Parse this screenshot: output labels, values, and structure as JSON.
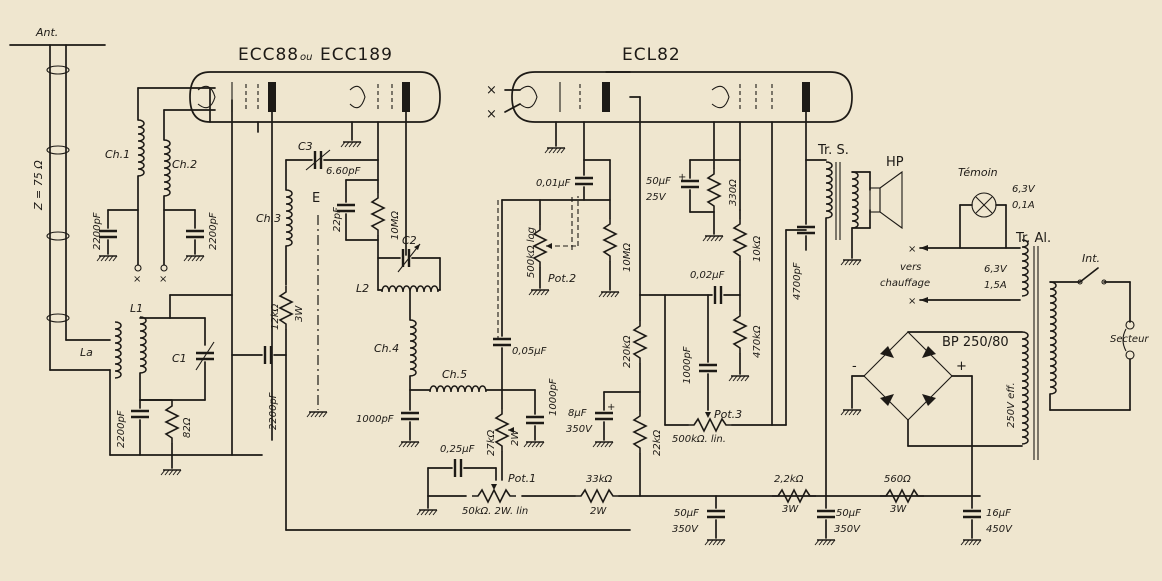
{
  "tubes": {
    "tube1": "ECC88",
    "tube1_or": "ou",
    "tube1_alt": "ECC189",
    "tube2": "ECL82"
  },
  "antenna": {
    "label": "Ant.",
    "impedance": "Z = 75 Ω"
  },
  "components": {
    "ch1": "Ch.1",
    "ch2": "Ch.2",
    "c_2200_ch1": "2200pF",
    "c_2200_ch2": "2200pF",
    "ch3": "Ch.3",
    "c3": "C3",
    "c3_value": "6.60pF",
    "e_label": "E",
    "c_22pf": "22pF",
    "r_10m_1": "10MΩ",
    "c2": "C2",
    "l2": "L2",
    "ch4": "Ch.4",
    "ch5": "Ch.5",
    "c_1000_left": "1000pF",
    "c_1000_mid": "1000pF",
    "l1": "L1",
    "la": "La",
    "c1": "C1",
    "c_2200_la": "2200pF",
    "r_82": "82Ω",
    "r_12k": "12kΩ",
    "r_12k_w": "3W",
    "c_2200_bypass": "2200pF",
    "c_001": "0,01μF",
    "pot2_value": "500kΩ log",
    "pot2": "Pot.2",
    "r_10m_2": "10MΩ",
    "c_005": "0,05μF",
    "r_27k": "27kΩ",
    "r_27k_w": "2W",
    "c_025": "0,25μF",
    "pot1": "Pot.1",
    "pot1_value": "50kΩ. 2W. lin",
    "r_33k": "33kΩ",
    "r_33k_w": "2W",
    "c_50uf_25v_value": "50μF",
    "c_50uf_25v_volt": "25V",
    "r_330": "330Ω",
    "r_10k": "10kΩ",
    "c_002": "0,02μF",
    "r_470k": "470kΩ",
    "r_220k": "220kΩ",
    "c_1000_pot3": "1000pF",
    "pot3": "Pot.3",
    "pot3_value": "500kΩ. lin.",
    "c_8uf": "8μF",
    "c_8uf_v": "350V",
    "r_22k": "22kΩ",
    "c_4700": "4700pF",
    "trs": "Tr. S.",
    "hp": "HP",
    "c_50uf_a": "50μF",
    "c_50uf_a_v": "350V",
    "r_2k2": "2,2kΩ",
    "r_2k2_w": "3W",
    "c_50uf_b": "50μF",
    "c_50uf_b_v": "350V",
    "r_560": "560Ω",
    "r_560_w": "3W",
    "c_16uf": "16μF",
    "c_16uf_v": "450V"
  },
  "power": {
    "temoin": "Témoin",
    "lamp_v": "6,3V",
    "lamp_a": "0,1A",
    "tral": "Tr. Al.",
    "vers": "vers",
    "chauffage": "chauffage",
    "heater_v": "6,3V",
    "heater_a": "1,5A",
    "int": "Int.",
    "secteur": "Secteur",
    "bridge": "BP 250/80",
    "secondary": "250V eff.",
    "plus": "+",
    "minus": "-"
  }
}
